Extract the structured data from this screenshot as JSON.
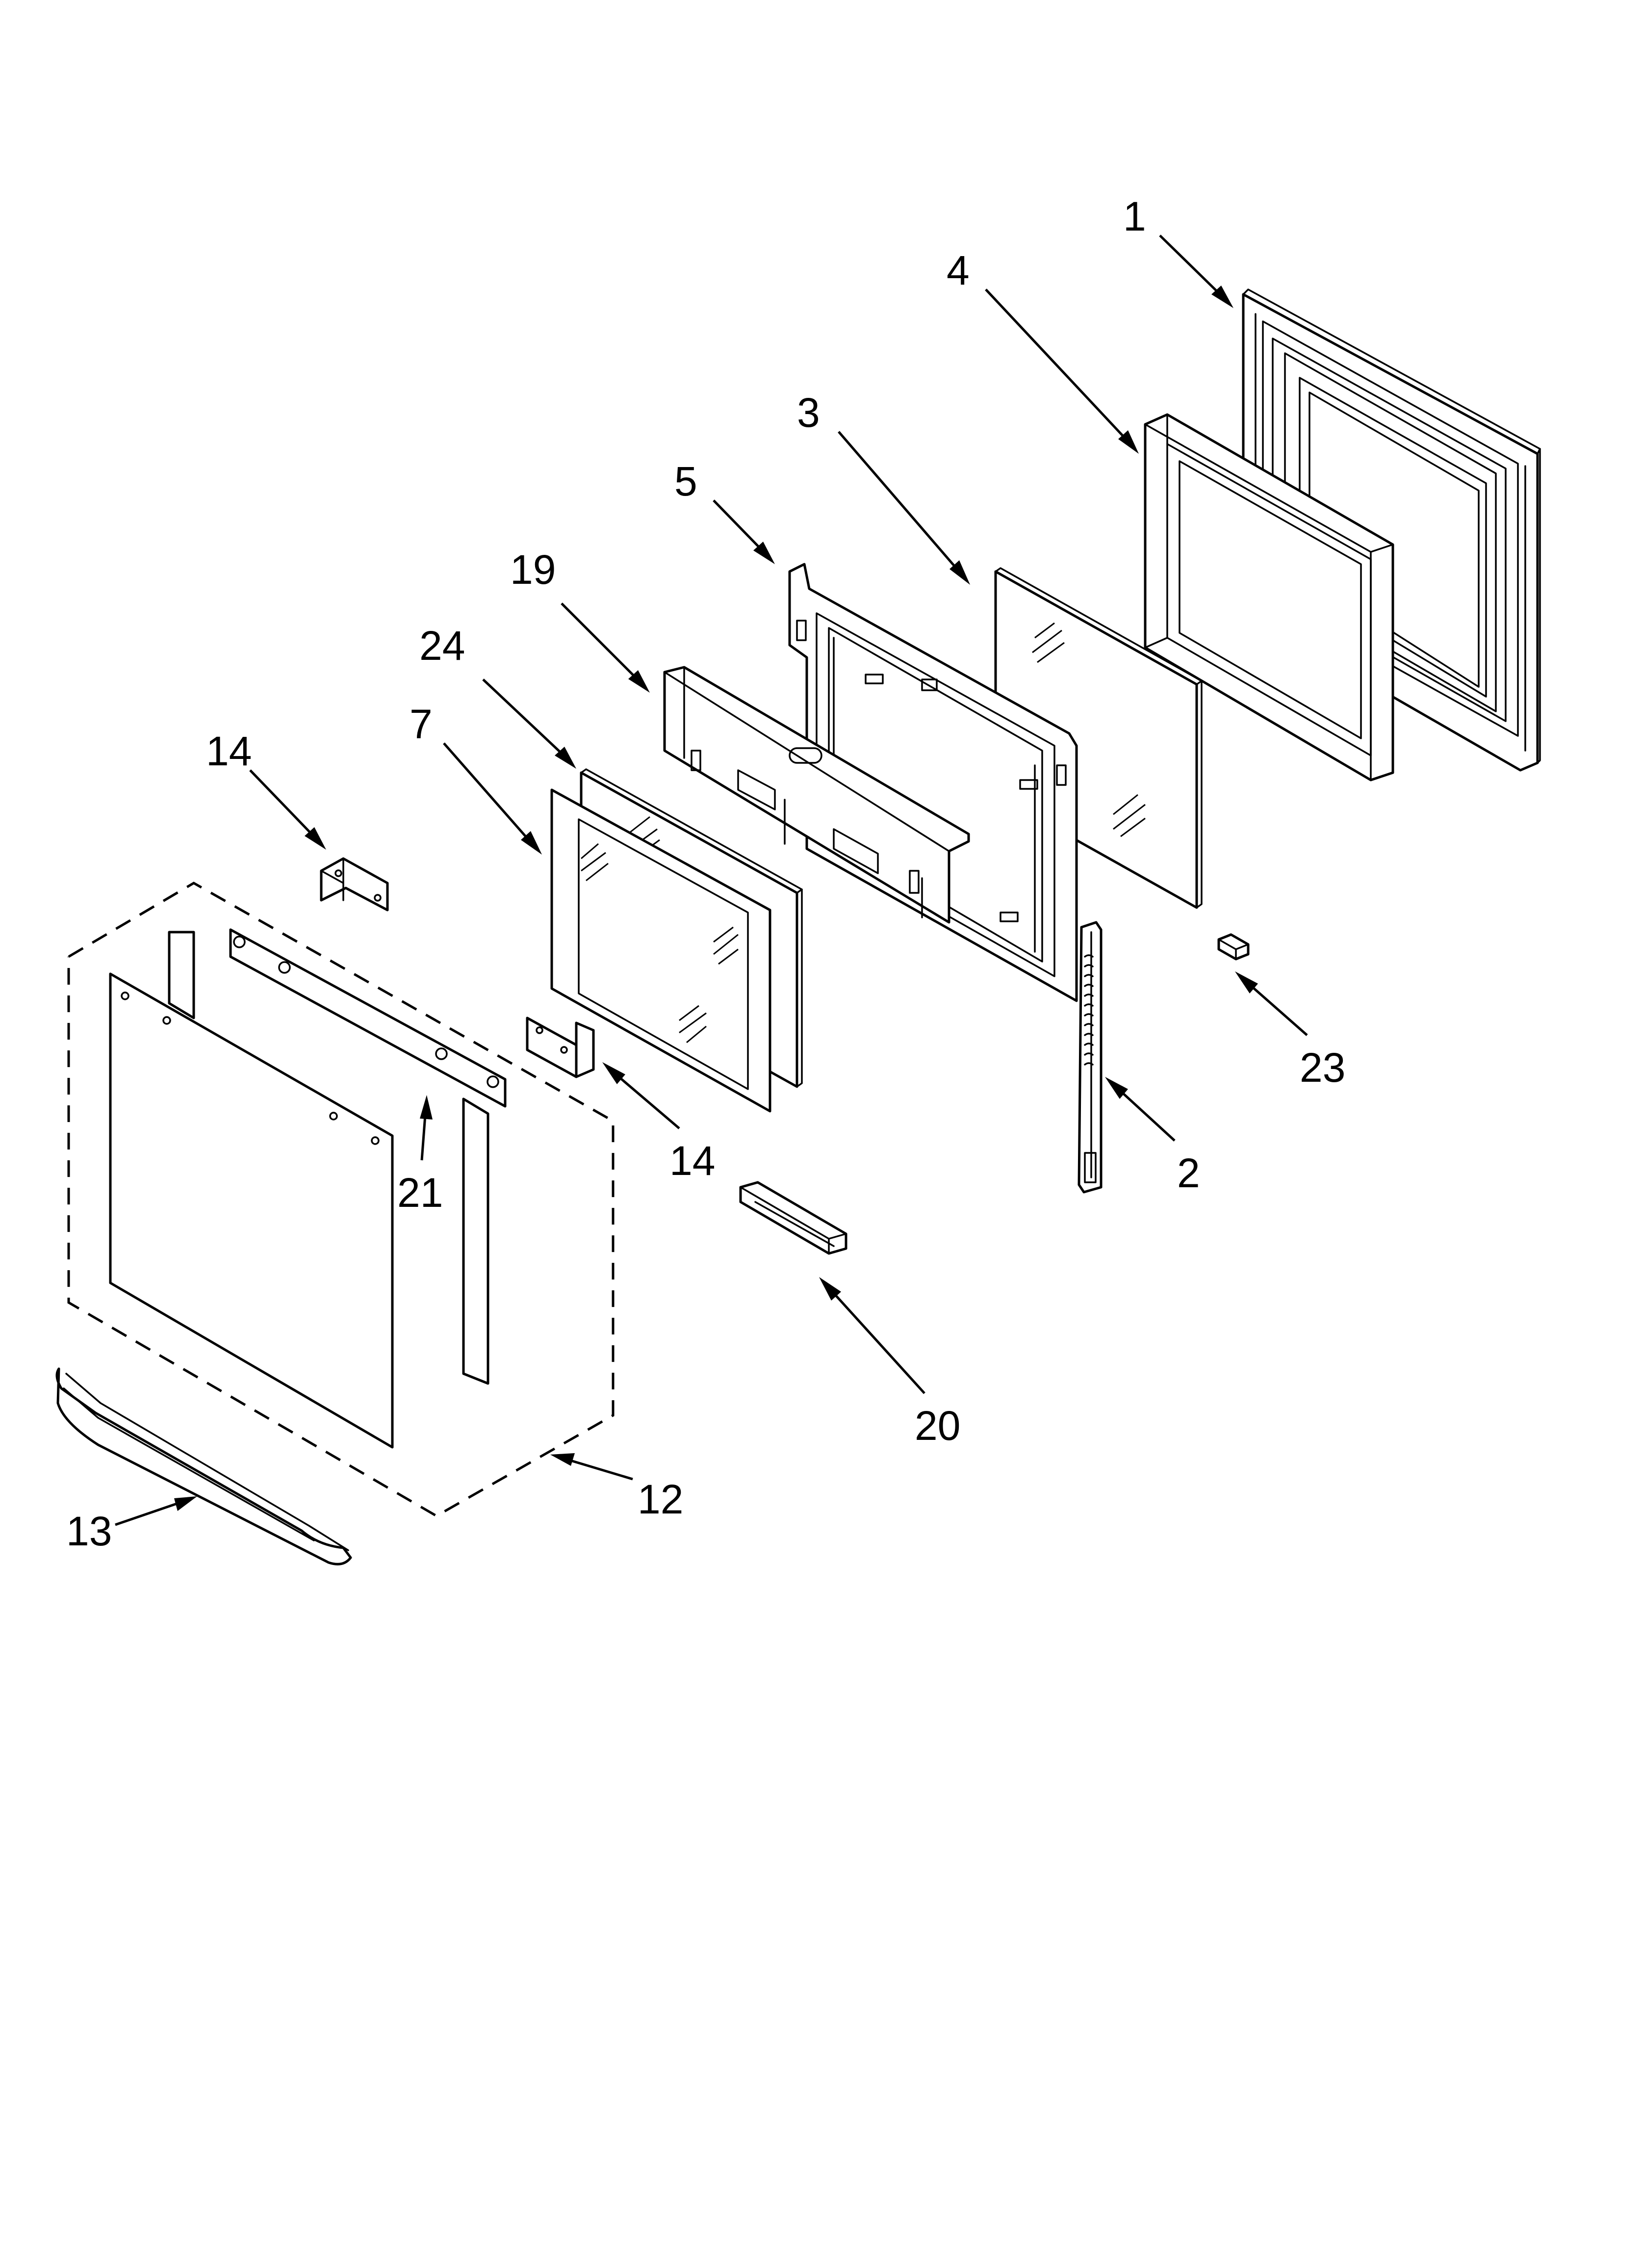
{
  "diagram": {
    "callouts": [
      {
        "id": "1",
        "label": "1"
      },
      {
        "id": "4",
        "label": "4"
      },
      {
        "id": "3",
        "label": "3"
      },
      {
        "id": "5",
        "label": "5"
      },
      {
        "id": "19",
        "label": "19"
      },
      {
        "id": "24",
        "label": "24"
      },
      {
        "id": "7",
        "label": "7"
      },
      {
        "id": "14a",
        "label": "14"
      },
      {
        "id": "14b",
        "label": "14"
      },
      {
        "id": "23",
        "label": "23"
      },
      {
        "id": "2",
        "label": "2"
      },
      {
        "id": "21",
        "label": "21"
      },
      {
        "id": "20",
        "label": "20"
      },
      {
        "id": "12",
        "label": "12"
      },
      {
        "id": "13",
        "label": "13"
      }
    ]
  }
}
